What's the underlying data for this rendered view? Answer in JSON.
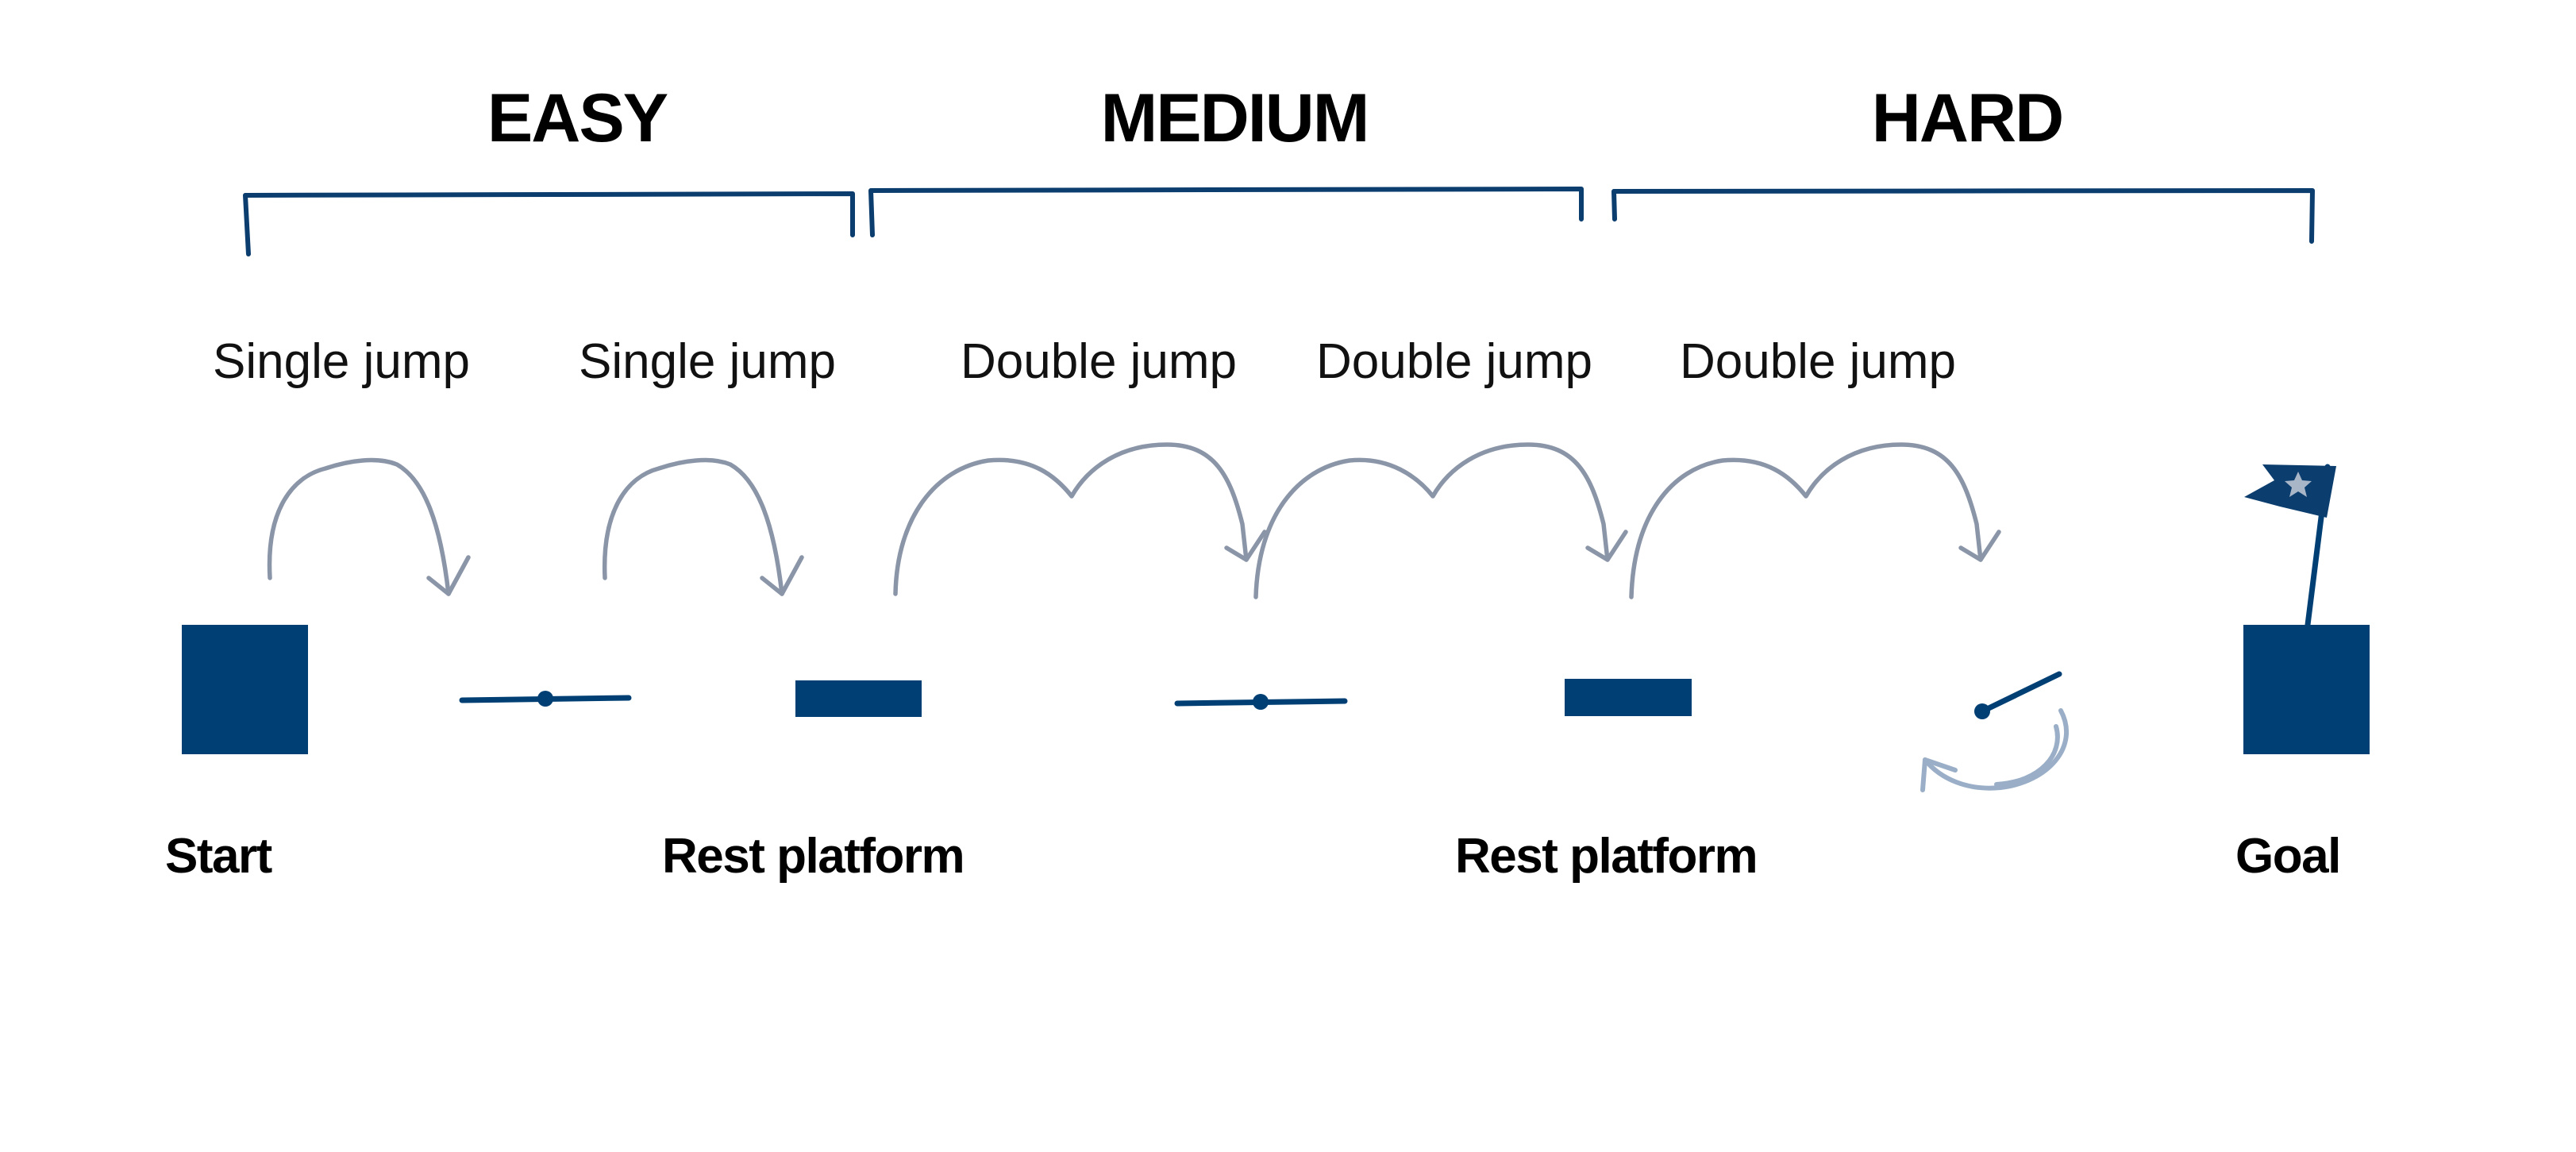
{
  "tiers": [
    {
      "label": "EASY"
    },
    {
      "label": "MEDIUM"
    },
    {
      "label": "HARD"
    }
  ],
  "jumps": [
    {
      "label": "Single jump"
    },
    {
      "label": "Single jump"
    },
    {
      "label": "Double jump"
    },
    {
      "label": "Double jump"
    },
    {
      "label": "Double jump"
    }
  ],
  "platforms": [
    {
      "label": "Start"
    },
    {
      "label": "Rest platform"
    },
    {
      "label": "Rest platform"
    },
    {
      "label": "Goal"
    }
  ],
  "colors": {
    "platform": "#003f74",
    "bracket": "#0b3d6e",
    "arc": "#8a95a8",
    "swing": "#9aafc7",
    "flag_star": "#a9b6c8"
  }
}
